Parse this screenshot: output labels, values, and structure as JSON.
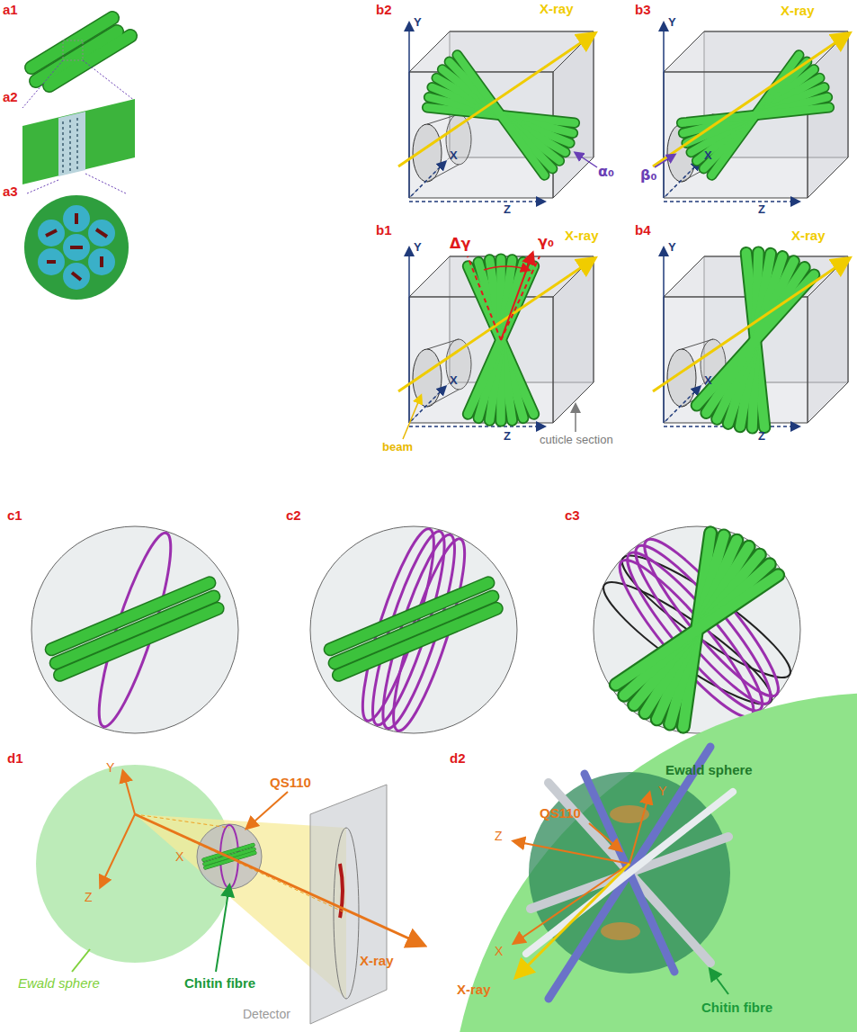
{
  "diagram": {
    "labels": [
      "a1",
      "a2",
      "a3",
      "b2",
      "X-ray",
      "Y",
      "X",
      "Z",
      "α₀",
      "b3",
      "X-ray",
      "Y",
      "X",
      "Z",
      "β₀",
      "b1",
      "Δγ",
      "γ₀",
      "X-ray",
      "Y",
      "X",
      "Z",
      "beam",
      "cuticle section",
      "b4",
      "X-ray",
      "Y",
      "X",
      "Z",
      "c1",
      "c2",
      "c3",
      "d1",
      "Y",
      "X",
      "Z",
      "QS110",
      "Ewald sphere",
      "Chitin fibre",
      "Detector",
      "X-ray",
      "d2",
      "Ewald sphere",
      "Y",
      "QS110",
      "Z",
      "X",
      "X-ray",
      "Chitin fibre"
    ]
  }
}
